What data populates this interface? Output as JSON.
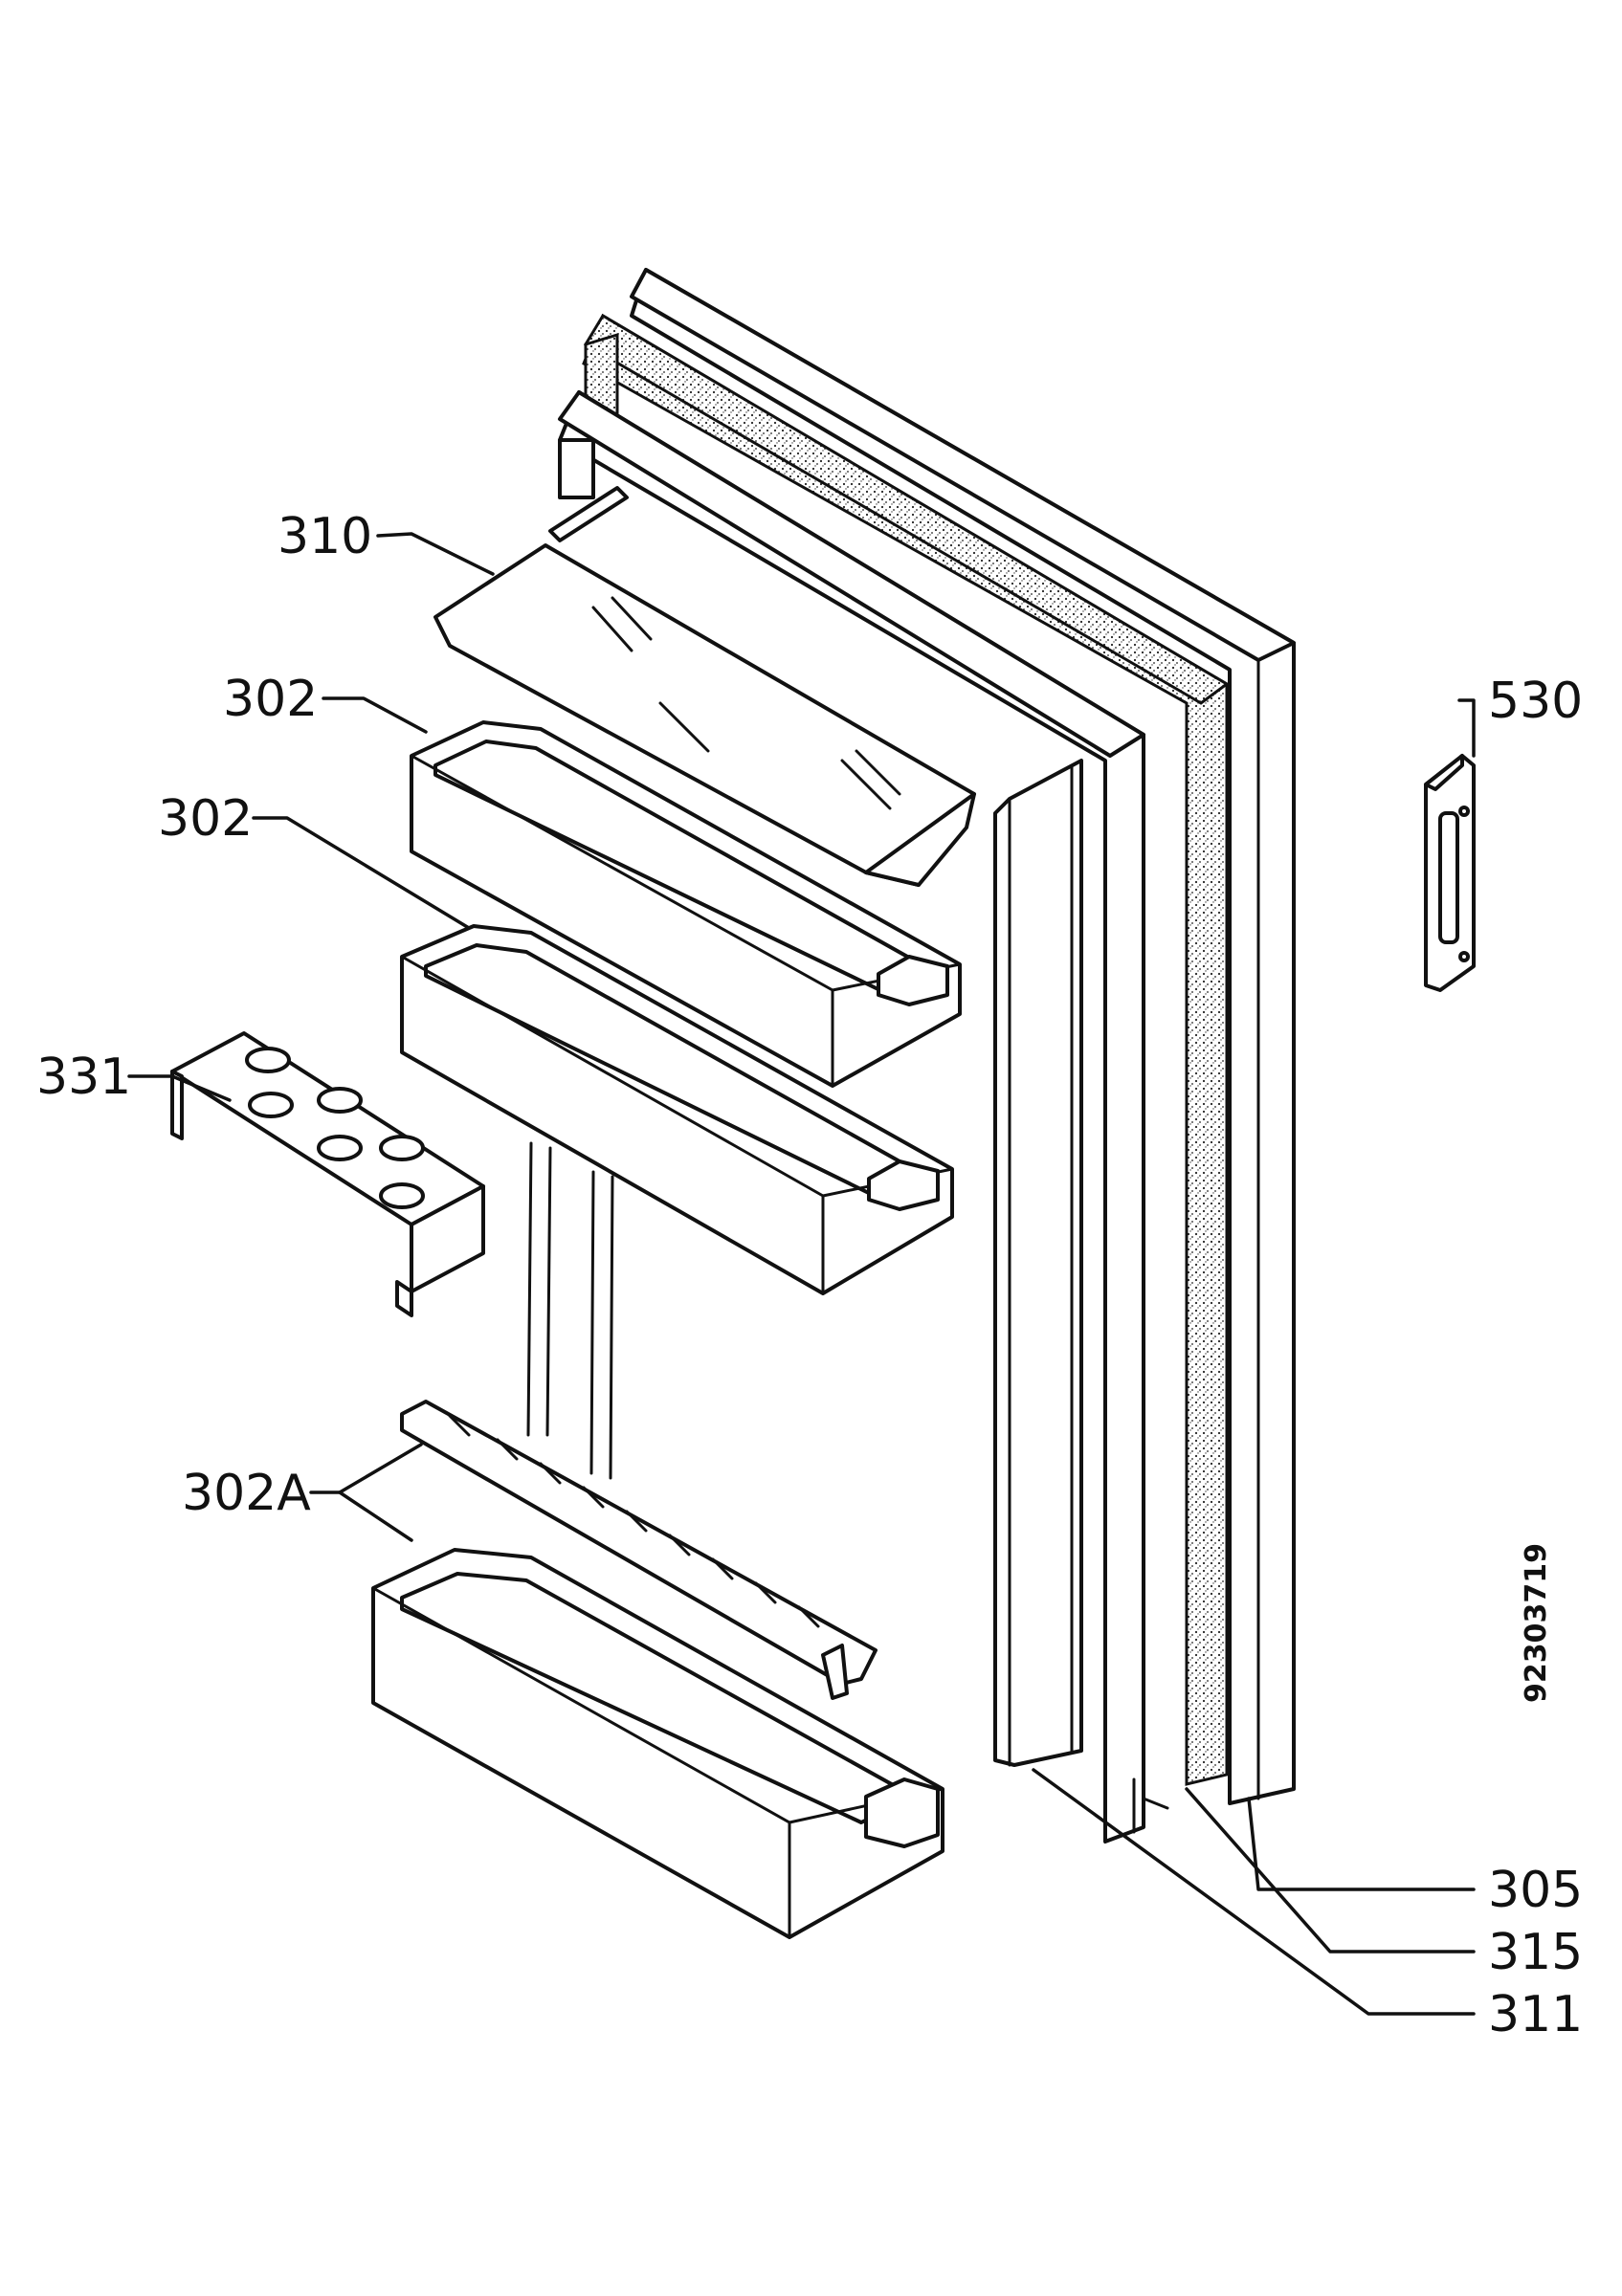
{
  "labels": {
    "l310": "310",
    "l302a": "302",
    "l302b": "302",
    "l331": "331",
    "l302A": "302A",
    "l530": "530",
    "l305": "305",
    "l315": "315",
    "l311": "311"
  },
  "drawing_number": "92303719"
}
